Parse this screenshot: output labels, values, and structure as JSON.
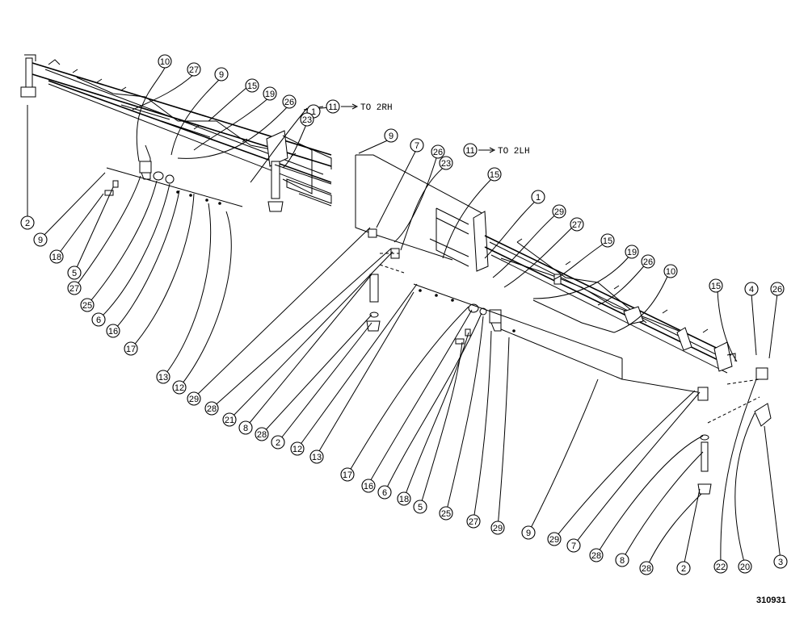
{
  "diagram": {
    "notes": {
      "to_2rh": "TO 2RH",
      "to_2lh": "TO 2LH"
    },
    "document_number": "310931",
    "callouts": {
      "c1": "10",
      "c2": "27",
      "c3": "9",
      "c4": "15",
      "c5": "19",
      "c6": "26",
      "c7": "1",
      "c8": "11",
      "c9": "23",
      "c10": "2",
      "c11": "9",
      "c12": "18",
      "c13": "5",
      "c14": "27",
      "c15": "25",
      "c16": "6",
      "c17": "16",
      "c18": "17",
      "c19": "13",
      "c20": "12",
      "c21": "9",
      "c22": "7",
      "c23": "26",
      "c24": "11",
      "c25": "23",
      "c26": "15",
      "c27": "1",
      "c28": "29",
      "c29": "27",
      "c30": "15",
      "c31": "19",
      "c32": "26",
      "c33": "10",
      "c34": "29",
      "c35": "28",
      "c36": "21",
      "c37": "8",
      "c38": "28",
      "c39": "2",
      "c40": "12",
      "c41": "13",
      "c42": "17",
      "c43": "16",
      "c44": "6",
      "c45": "18",
      "c46": "5",
      "c47": "25",
      "c48": "27",
      "c49": "29",
      "c50": "15",
      "c51": "4",
      "c52": "26",
      "c53": "9",
      "c54": "29",
      "c55": "7",
      "c56": "28",
      "c57": "8",
      "c58": "28",
      "c59": "2",
      "c60": "22",
      "c61": "20",
      "c62": "3"
    }
  }
}
